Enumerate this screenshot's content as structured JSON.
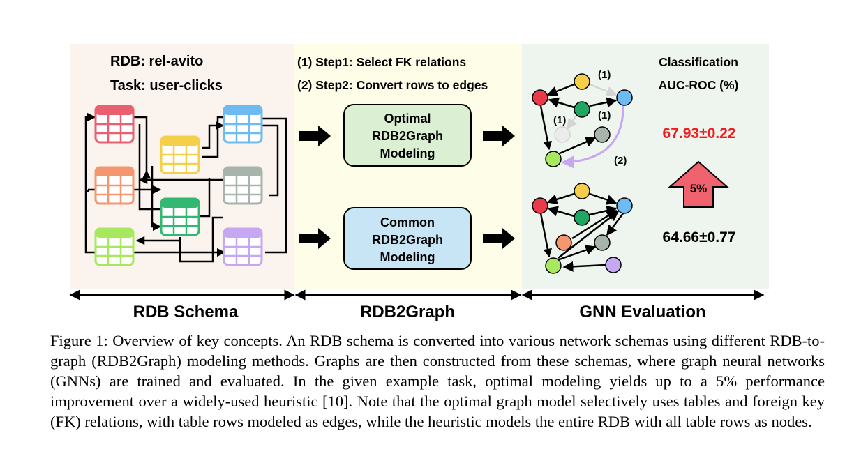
{
  "panels": {
    "schema": {
      "rdb_line": "RDB: rel-avito",
      "task_line": "Task: user-clicks",
      "label": "RDB Schema"
    },
    "rdb2graph": {
      "step1": "(1) Step1: Select FK relations",
      "step2": "(2) Step2: Convert rows to edges",
      "optimal_box": [
        "Optimal",
        "RDB2Graph",
        "Modeling"
      ],
      "common_box": [
        "Common",
        "RDB2Graph",
        "Modeling"
      ],
      "label": "RDB2Graph"
    },
    "gnn": {
      "metric_line1": "Classification",
      "metric_line2": "AUC-ROC (%)",
      "optimal_score": "67.93±0.22",
      "common_score": "64.66±0.77",
      "improvement": "5%",
      "edge_label_1a": "(1)",
      "edge_label_1b": "(1)",
      "edge_label_1c": "(1)",
      "edge_label_2": "(2)",
      "label": "GNN Evaluation"
    }
  },
  "colors": {
    "schema_bg": "#fbf4ee",
    "rdb2graph_bg": "#fdfde8",
    "gnn_bg": "#eef4ee",
    "optimal_box": "#dbefd3",
    "common_box": "#c8e5f5",
    "score_highlight": "#f21a1a",
    "arrow_up": "#f0636e",
    "edge_purple": "#c5a8f0",
    "tables": [
      "#ea6070",
      "#f5cf4a",
      "#6dbbf0",
      "#f4966e",
      "#a6b4ac",
      "#33b871",
      "#a8e85e",
      "#c6a7f2"
    ]
  },
  "caption": "Figure 1: Overview of key concepts. An RDB schema is converted into various network schemas using different RDB-to-graph (RDB2Graph) modeling methods. Graphs are then constructed from these schemas, where graph neural networks (GNNs) are trained and evaluated. In the given example task, optimal modeling yields up to a 5% performance improvement over a widely-used heuristic [10]. Note that the optimal graph model selectively uses tables and foreign key (FK) relations, with table rows modeled as edges, while the heuristic models the entire RDB with all table rows as nodes."
}
